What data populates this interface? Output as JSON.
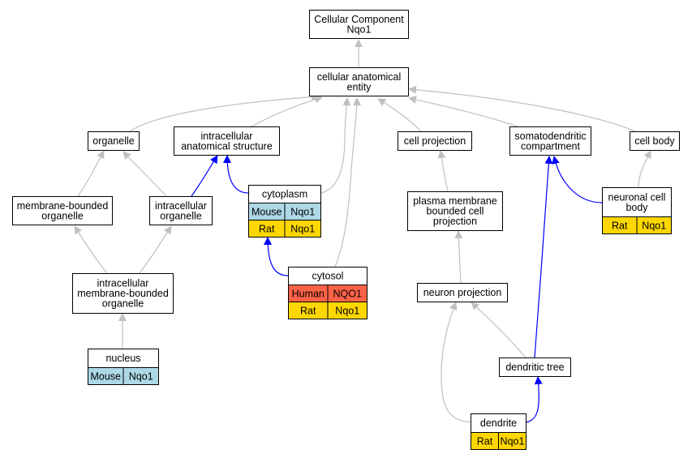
{
  "colors": {
    "edge_gray": "#c0c0c0",
    "edge_blue": "#0000ff",
    "mouse": "#add8e6",
    "rat": "#ffd700",
    "human": "#ff6347"
  },
  "nodes": {
    "root": {
      "lines": [
        "Cellular Component",
        "Nqo1"
      ]
    },
    "cae": {
      "lines": [
        "cellular anatomical",
        "entity"
      ]
    },
    "organelle": {
      "lines": [
        "organelle"
      ]
    },
    "ias": {
      "lines": [
        "intracellular",
        "anatomical structure"
      ]
    },
    "cellproj": {
      "lines": [
        "cell projection"
      ]
    },
    "somato": {
      "lines": [
        "somatodendritic",
        "compartment"
      ]
    },
    "cellbody": {
      "lines": [
        "cell body"
      ]
    },
    "mbo": {
      "lines": [
        "membrane-bounded",
        "organelle"
      ]
    },
    "io": {
      "lines": [
        "intracellular",
        "organelle"
      ]
    },
    "cytoplasm": {
      "lines": [
        "cytoplasm"
      ],
      "rows": [
        {
          "species": "Mouse",
          "gene": "Nqo1",
          "color": "mouse"
        },
        {
          "species": "Rat",
          "gene": "Nqo1",
          "color": "rat"
        }
      ]
    },
    "pmbcp": {
      "lines": [
        "plasma membrane",
        "bounded cell",
        "projection"
      ]
    },
    "ncb": {
      "lines": [
        "neuronal cell",
        "body"
      ],
      "rows": [
        {
          "species": "Rat",
          "gene": "Nqo1",
          "color": "rat"
        }
      ]
    },
    "imbo": {
      "lines": [
        "intracellular",
        "membrane-bounded",
        "organelle"
      ]
    },
    "cytosol": {
      "lines": [
        "cytosol"
      ],
      "rows": [
        {
          "species": "Human",
          "gene": "NQO1",
          "color": "human"
        },
        {
          "species": "Rat",
          "gene": "Nqo1",
          "color": "rat"
        }
      ]
    },
    "nproj": {
      "lines": [
        "neuron projection"
      ]
    },
    "nucleus": {
      "lines": [
        "nucleus"
      ],
      "rows": [
        {
          "species": "Mouse",
          "gene": "Nqo1",
          "color": "mouse"
        }
      ]
    },
    "dtree": {
      "lines": [
        "dendritic tree"
      ]
    },
    "dendrite": {
      "lines": [
        "dendrite"
      ],
      "rows": [
        {
          "species": "Rat",
          "gene": "Nqo1",
          "color": "rat"
        }
      ]
    }
  }
}
